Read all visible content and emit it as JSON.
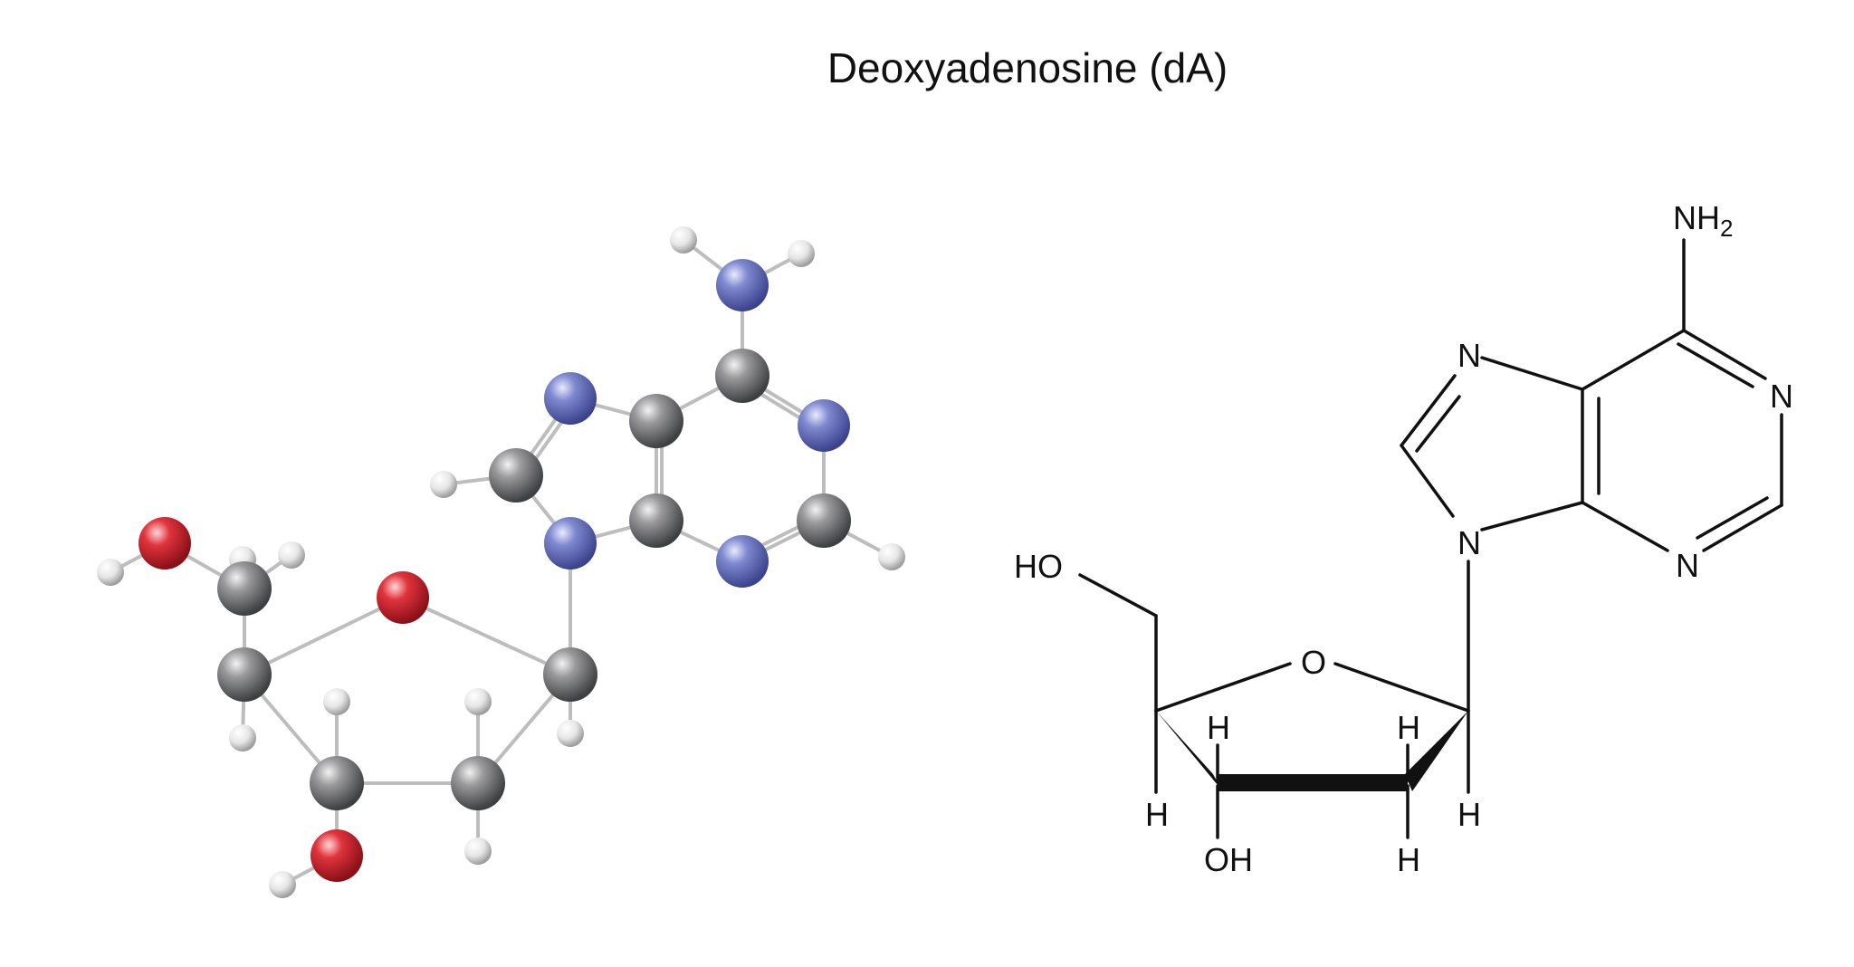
{
  "title": "Deoxyadenosine (dA)",
  "models": {
    "ball_and_stick": {
      "atom_colors": {
        "carbon": "#5f6062",
        "nitrogen": "#5c68b4",
        "oxygen": "#c9232d",
        "hydrogen": "#e9e9e9"
      }
    },
    "skeletal_formula": {
      "labels": {
        "nh2_n": "NH",
        "nh2_sub": "2",
        "n7": "N",
        "n1": "N",
        "n9": "N",
        "n3": "N",
        "ho": "HO",
        "o_ring": "O",
        "h_c4": "H",
        "h_c3": "H",
        "h_c2": "H",
        "h_c1": "H",
        "oh": "OH",
        "h_c2b": "H"
      }
    }
  }
}
